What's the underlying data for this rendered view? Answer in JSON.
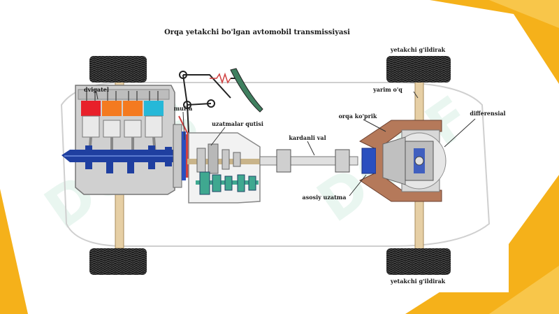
{
  "title": "Orqa yetakchi bo'lgan avtomobil transmissiyasi",
  "labels": {
    "engine": "dvigatel",
    "clutch": "mufta",
    "gearbox": "uzatmalar qutisi",
    "driveshaft": "kardanli val",
    "rear_axle": "orqa ko'prik",
    "half_shaft": "yarim o'q",
    "differential": "differensial",
    "main_gear": "asosiy uzatma",
    "drive_wheel_top": "yetakchi g'ildirak",
    "drive_wheel_bottom": "yetakchi g'ildirak"
  },
  "colors": {
    "background": "#ffffff",
    "slide_accent": "#f5b11a",
    "engine_body": "#d0d0d0",
    "cylinder_red": "#e8202a",
    "cylinder_orange": "#f47a20",
    "cylinder_cyan": "#26b8d8",
    "crankshaft": "#1f3fa0",
    "gear_green": "#3fa890",
    "axle_housing": "#b5795a",
    "shaft_tan": "#e6cfa5",
    "tire": "#1a1a1a",
    "watermark": "#d8efe4"
  }
}
